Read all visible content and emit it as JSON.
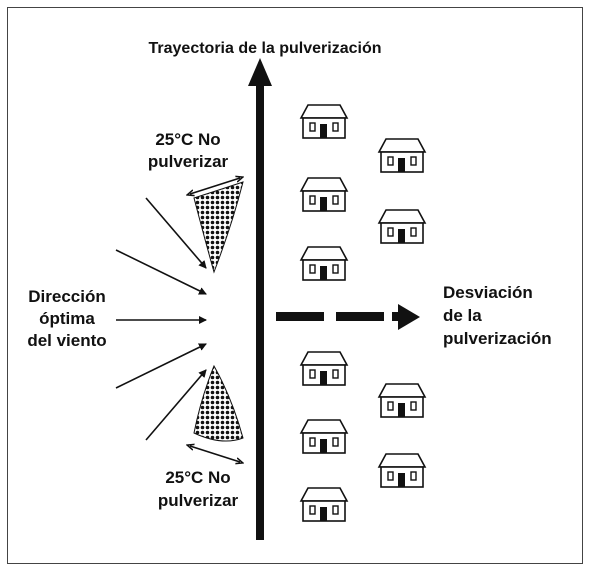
{
  "labels": {
    "trajectory": "Trayectoria de la pulverización",
    "wind_line1": "Dirección",
    "wind_line2": "óptima",
    "wind_line3": "del viento",
    "drift_line1": "Desviación",
    "drift_line2": "de la",
    "drift_line3": "pulverización",
    "temp_top_line1": "25°C No",
    "temp_top_line2": "pulverizar",
    "temp_bottom_line1": "25°C No",
    "temp_bottom_line2": "pulverizar"
  },
  "colors": {
    "ink": "#111111",
    "border": "#444444",
    "background": "#ffffff"
  },
  "icons": [
    "house-icon",
    "wind-arrow",
    "spray-cone",
    "drift-arrow"
  ]
}
